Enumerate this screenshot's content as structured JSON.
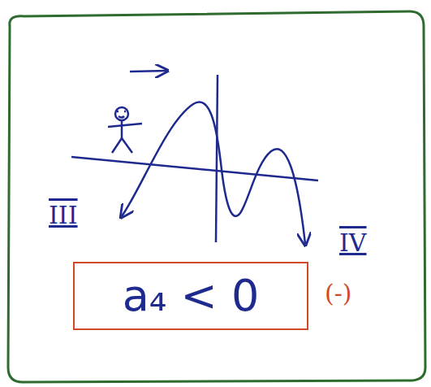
{
  "diagram": {
    "nodes": [
      {
        "text": [
          "a₄ < 0"
        ]
      }
    ],
    "labels": [
      "III",
      "IV",
      "(-)"
    ]
  }
}
